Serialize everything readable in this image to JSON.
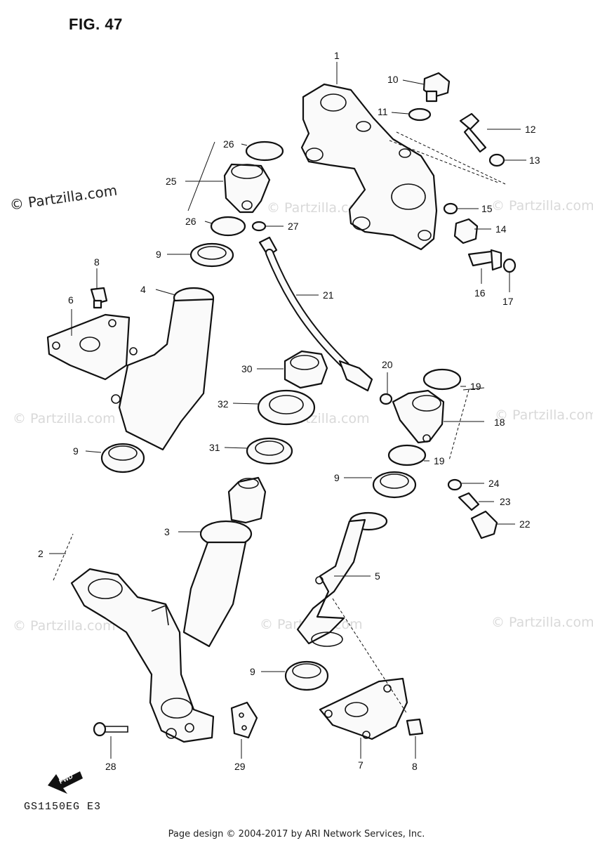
{
  "figure": {
    "title": "FIG. 47",
    "model_code": "GS1150EG E3"
  },
  "watermark": {
    "main": "© Partzilla.com",
    "faded": "© Partzilla.com"
  },
  "fwd_label": "FWD",
  "footer": "Page design © 2004-2017 by ARI Network Services, Inc.",
  "callouts": [
    "1",
    "10",
    "11",
    "12",
    "13",
    "14",
    "15",
    "16",
    "17",
    "26",
    "25",
    "26",
    "27",
    "21",
    "8",
    "6",
    "4",
    "9",
    "30",
    "32",
    "31",
    "20",
    "19",
    "18",
    "19",
    "24",
    "23",
    "22",
    "9",
    "9",
    "3",
    "2",
    "5",
    "9",
    "28",
    "29",
    "7",
    "8"
  ]
}
